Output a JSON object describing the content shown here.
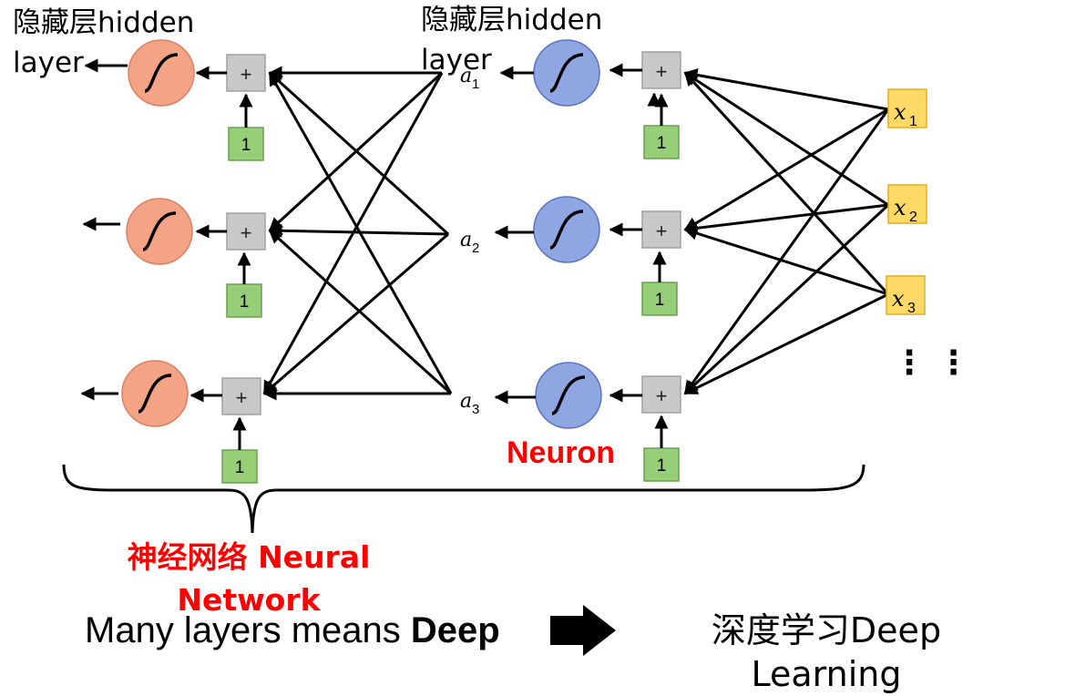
{
  "labels": {
    "hidden_layer_left": "隐藏层hidden layer",
    "hidden_layer_mid": "隐藏层hidden layer",
    "neuron": "Neuron",
    "neural_network": "神经网络 Neural Network",
    "many_layers_prefix": "Many layers means ",
    "deep": "Deep",
    "deep_learning": "深度学习Deep Learning"
  },
  "adder_symbol": "+",
  "bias_value": "1",
  "outputs": [
    {
      "var": "a",
      "sub": "1"
    },
    {
      "var": "a",
      "sub": "2"
    },
    {
      "var": "a",
      "sub": "3"
    }
  ],
  "inputs": [
    {
      "var": "x",
      "sub": "1"
    },
    {
      "var": "x",
      "sub": "2"
    },
    {
      "var": "x",
      "sub": "3"
    }
  ],
  "ellipsis": "⋮ ⋮",
  "colors": {
    "sigmoid_left_fill": "#f4a384",
    "sigmoid_left_stroke": "#d98060",
    "sigmoid_mid_fill": "#8fa6e2",
    "sigmoid_mid_stroke": "#5a74c0",
    "adder_fill": "#c8c8c8",
    "adder_stroke": "#a0a0a0",
    "bias_fill": "#96cf78",
    "bias_stroke": "#6aa050",
    "input_fill": "#ffd966",
    "input_stroke": "#e0b020",
    "accent_red": "#ff0000"
  }
}
